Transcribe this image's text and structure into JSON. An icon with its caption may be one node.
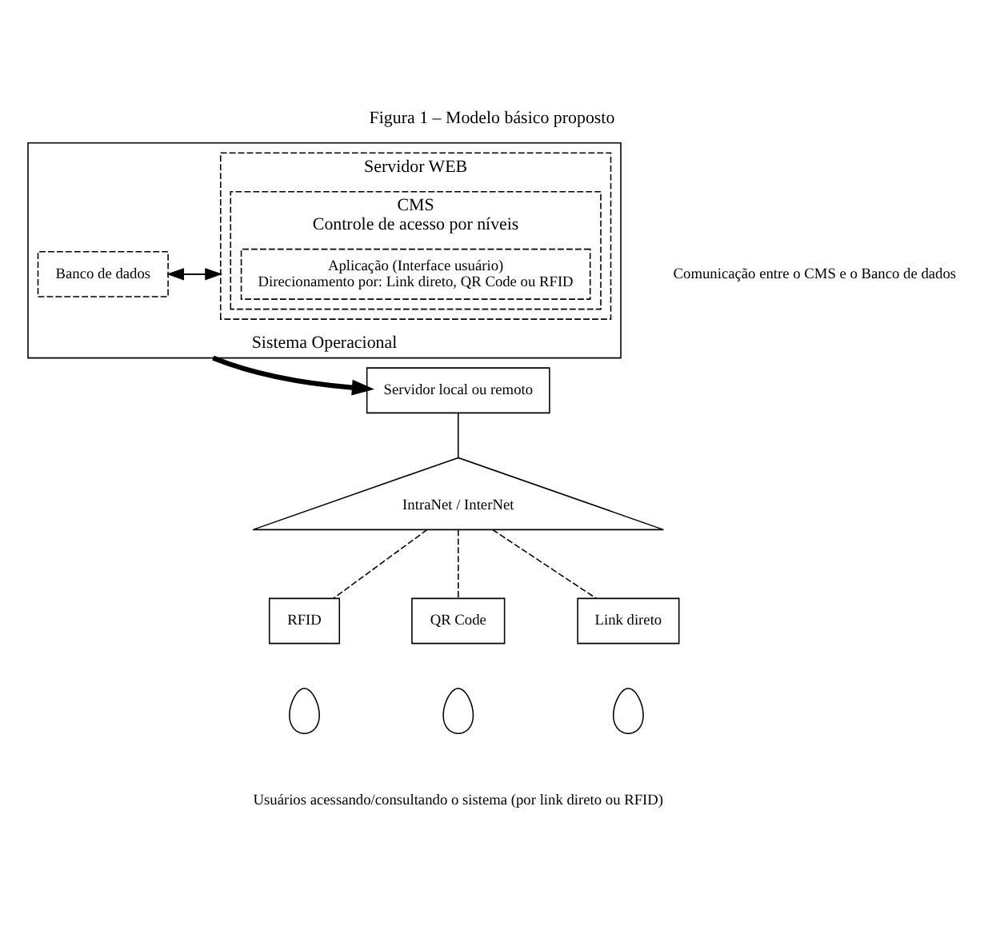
{
  "diagram": {
    "title": "Figura 1 – Modelo básico proposto",
    "nodes": [
      {
        "text": [
          "Sistema Operacional"
        ]
      },
      {
        "text": [
          "Banco de dados"
        ],
        "in": 0
      },
      {
        "text": [
          "Servidor WEB"
        ],
        "in": 0
      },
      {
        "text": [
          "CMS",
          "Controle de acesso por níveis"
        ],
        "in": 2
      },
      {
        "text": [
          "Aplicação (Interface usuário)",
          "Direcionamento por: Link direto, QR Code ou RFID"
        ],
        "in": 3
      },
      {
        "text": [
          "Servidor local ou remoto"
        ]
      },
      {
        "text": [
          "IntraNet / InterNet"
        ]
      },
      {
        "text": [
          "RFID"
        ]
      },
      {
        "text": [
          "QR Code"
        ]
      },
      {
        "text": [
          "Link direto"
        ]
      },
      {
        "text": [],
        "shape": "person"
      },
      {
        "text": [],
        "shape": "person"
      },
      {
        "text": [],
        "shape": "person"
      }
    ],
    "edges": [
      {
        "from": 1,
        "to": 2,
        "arrow": "to"
      },
      {
        "from": 2,
        "to": 1,
        "arrow": "to"
      },
      {
        "from": 0,
        "to": 5,
        "arrow": "to",
        "style": "thick"
      },
      {
        "from": 5,
        "to": 6,
        "arrow": "none"
      },
      {
        "from": 6,
        "to": 7,
        "arrow": "none",
        "style": "dashed"
      },
      {
        "from": 6,
        "to": 8,
        "arrow": "none",
        "style": "dashed"
      },
      {
        "from": 6,
        "to": 9,
        "arrow": "none",
        "style": "dashed"
      }
    ],
    "labels": [
      "Comunicação entre o CMS e o Banco de dados",
      "Usuários acessando/consultando o sistema (por link direto ou RFID)"
    ]
  }
}
